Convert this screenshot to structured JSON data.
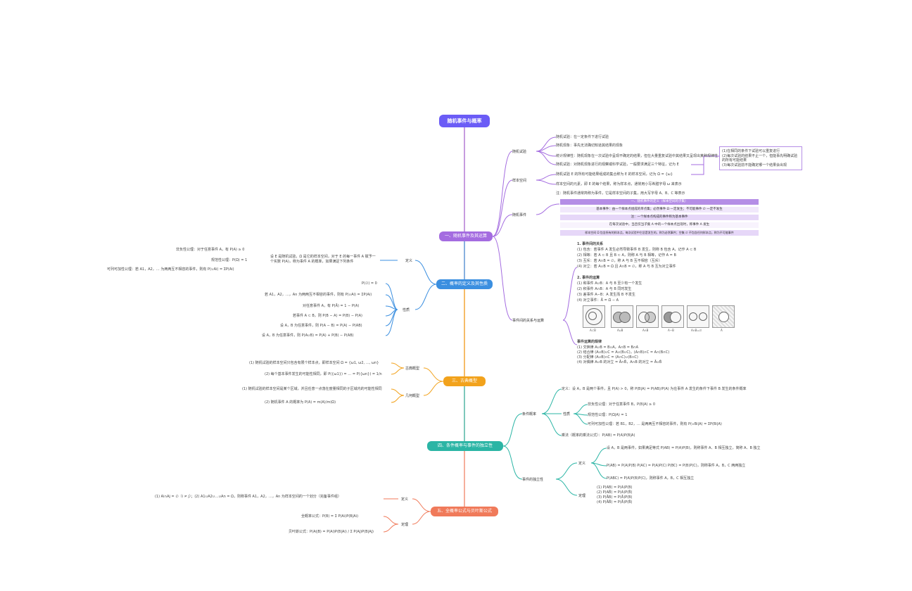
{
  "root": {
    "title": "随机事件与概率"
  },
  "branches": [
    {
      "id": "b1",
      "label": "一、随机事件及其运算",
      "color": "#a46ce0"
    },
    {
      "id": "b2",
      "label": "二、概率的定义及其性质",
      "color": "#3b8fe0"
    },
    {
      "id": "b3",
      "label": "三、古典概型",
      "color": "#f2a21c"
    },
    {
      "id": "b4",
      "label": "四、条件概率与事件的独立性",
      "color": "#2bb5a5"
    },
    {
      "id": "b5",
      "label": "五、全概率公式与贝叶斯公式",
      "color": "#f07a5a"
    }
  ],
  "b1": {
    "sub1": {
      "label": "随机试验",
      "items": [
        "随机试验：在一定条件下进行试验",
        "随机现象：事先无法确切知道其结果的现象",
        "统计规律性：随机现象在一次试验中呈现不确定的结果，但在大量重复试验中其结果又呈现出某种规律性",
        "随机试验：对随机现象进行的观察或科学试验，一般要求满足三个特征，记为 E"
      ],
      "note": "(1)在相同的条件下试验可以重复进行\n(2)每次试验的结果不止一个，但能事先明确试验的所有可能结果\n(3)每次试验前不能确定哪一个结果会出现"
    },
    "sub2": {
      "label": "样本空间",
      "items": [
        "随机试验 E 的所有可能结果组成的集合称为 E 的样本空间，记为 Ω = {ω}",
        "样本空间的元素，即 E 的每个结果，称为样本点，通常用小写希腊字母 ω 来表示"
      ]
    },
    "sub3": {
      "label": "随机事件",
      "intro": "注：随机事件通常简称为事件，它是样本空间的子集，用大写字母 A、B、C 等表示",
      "rows": [
        "一、随机事件的定义（样本空间的子集）",
        "基本事件：由一个样本点组成的单点集；必然事件 Ω 一定发生；不可能事件 ∅ 一定不发生",
        "注：一个样本点构成的事件称为基本事件",
        "在每次试验中，当且仅当子集 A 中的一个样本点出现时，称事件 A 发生",
        "样本空间 Ω 包含所有的样本点，每次试验中它总是发生的，称为必然事件；空集 ∅ 不包含任何样本点，称为不可能事件"
      ]
    },
    "sub4": {
      "label": "事件间的关系与运算",
      "rel_title": "1. 事件间的关系",
      "rel": [
        "(1) 包含：若事件 A 发生必然导致事件 B 发生，则称 B 包含 A，记作 A ⊂ B",
        "(2) 相等：若 A ⊂ B 且 B ⊂ A，则称 A 与 B 相等，记作 A = B",
        "(3) 互斥：若 A∩B = ∅，称 A 与 B 互不相容（互斥）",
        "(4) 对立：若 A∪B = Ω 且 A∩B = ∅，称 A 与 B 互为对立事件"
      ],
      "op_title": "2. 事件的运算",
      "ops": [
        "(1) 和事件 A∪B：A 与 B 至少有一个发生",
        "(2) 积事件 A∩B：A 与 B 同时发生",
        "(3) 差事件 A−B：A 发生而 B 不发生",
        "(4) 对立事件：Ā = Ω − A"
      ],
      "venn_caption": [
        "A⊂B",
        "A∪B",
        "A∩B",
        "A−B",
        "A∩B=∅",
        "Ā"
      ],
      "law_title": "事件运算的规律",
      "laws": [
        "(1) 交换律 A∪B = B∪A，A∩B = B∩A",
        "(2) 结合律 (A∪B)∪C = A∪(B∪C)，(A∩B)∩C = A∩(B∩C)",
        "(3) 分配律 (A∪B)∩C = (A∩C)∪(B∩C)",
        "(4) 对偶律 A∪B 的对立 = Ā∩B̄，A∩B 的对立 = Ā∪B̄"
      ]
    }
  },
  "b2": {
    "def": {
      "label": "定义",
      "text": "设 E 是随机试验，Ω 是它的样本空间，对于 E 的每一事件 A 赋予一个实数 P(A)，称为事件 A 的概率，如果满足下列条件",
      "items": [
        "非负性公理：对于任意事件 A，有 P(A) ≥ 0",
        "规范性公理：P(Ω) = 1",
        "可列可加性公理：若 A1，A2，… 为两两互不相容的事件，则有 P(∪Ai) = ΣP(Ai)"
      ]
    },
    "prop": {
      "label": "性质",
      "items": [
        "P(∅) = 0",
        "若 A1，A2，…，An 为两两互不相容的事件，则有 P(∪Ai) = ΣP(Ai)",
        "对任意事件 A，有 P(Ā) = 1 − P(A)",
        "若事件 A ⊂ B，则 P(B − A) = P(B) − P(A)",
        "设 A，B 为任意事件，则 P(A − B) = P(A) − P(AB)",
        "设 A，B 为任意事件，则 P(A∪B) = P(A) + P(B) − P(AB)"
      ]
    }
  },
  "b3": {
    "classical": {
      "label": "古典概型",
      "items": [
        "(1) 随机试验的样本空间只包含有限个样本点，即样本空间 Ω = {ω1, ω2, …, ωn}",
        "(2) 每个基本事件发生的可能性相同，即 P({ω1}) = … = P({ωn}) = 1/n"
      ]
    },
    "geometric": {
      "label": "几何概型",
      "items": [
        "(1) 随机试验的样本空间是某个区域，并且任意一点落在度量相同的子区域内的可能性相同",
        "(2) 随机事件 A 的概率为 P(A) = m(A)/m(Ω)"
      ]
    }
  },
  "b4": {
    "cond": {
      "label": "条件概率",
      "def": "定义：设 A，B 是两个事件，且 P(A) > 0，称 P(B|A) = P(AB)/P(A) 为在事件 A 发生的条件下事件 B 发生的条件概率",
      "props_label": "性质",
      "props": [
        "非负性公理：对于任意事件 B，P(B|A) ≥ 0",
        "规范性公理：P(Ω|A) = 1",
        "可列可加性公理：若 B1，B2，… 是两两互不相容的事件，则有 P(∪Bi|A) = ΣP(Bi|A)"
      ],
      "mult": "乘法（概率的乘法公式）：P(AB) = P(A)P(B|A)"
    },
    "indep": {
      "label": "事件的独立性",
      "def_label": "定义",
      "defs": [
        "设 A，B 是两事件，如果满足等式 P(AB) = P(A)P(B)，则称事件 A、B 相互独立，简称 A、B 独立",
        "P(AB) = P(A)P(B)  P(AC) = P(A)P(C)  P(BC) = P(B)P(C)，则称事件 A，B，C 两两独立",
        "P(ABC) = P(A)P(B)P(C)，则称事件 A，B，C 相互独立"
      ],
      "thm_label": "定理",
      "thms": [
        "(1) P(AB) = P(A)P(B)",
        "(2) P(AB̄) = P(A)P(B̄)",
        "(3) P(ĀB) = P(Ā)P(B)",
        "(4) P(ĀB̄) = P(Ā)P(B̄)"
      ]
    }
  },
  "b5": {
    "def": {
      "label": "定义",
      "text": "(1) Ai∩Aj = ∅（i ≠ j）；(2) A1∪A2∪…∪An = Ω，则称事件 A1，A2，…，An 为样本空间的一个划分（完备事件组）"
    },
    "law": {
      "label": "定理",
      "items": [
        "全概率公式：P(B) = Σ P(Ai)P(B|Ai)",
        "贝叶斯公式：P(Ai|B) = P(Ai)P(B|Ai) / Σ P(Aj)P(B|Aj)"
      ]
    }
  }
}
